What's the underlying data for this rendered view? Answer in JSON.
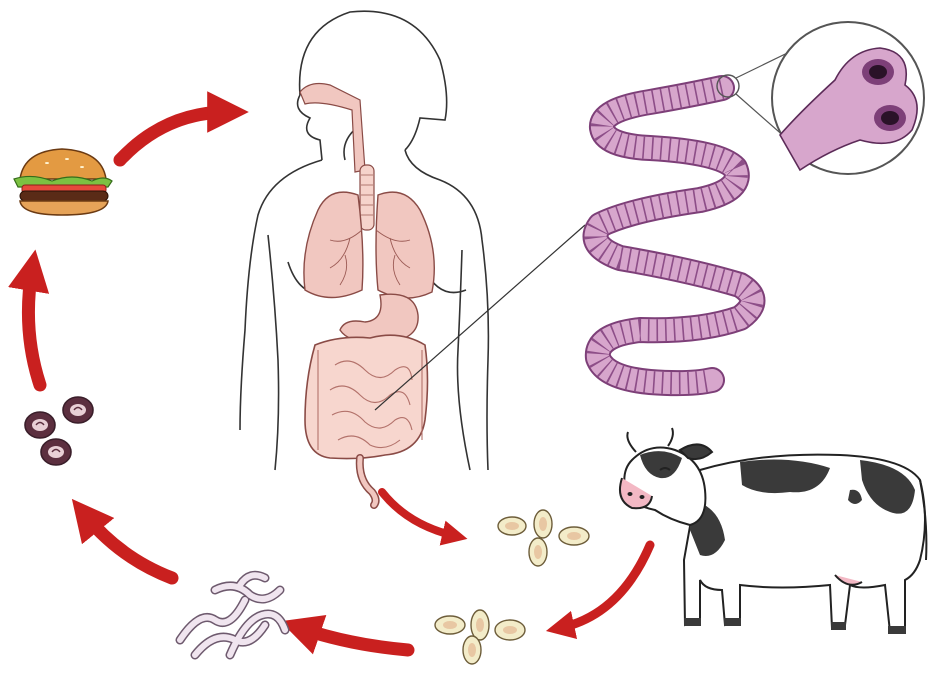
{
  "figure": {
    "stages": [
      {
        "id": "food",
        "icon": "hamburger-icon"
      },
      {
        "id": "human-host",
        "icon": "human-torso-icon"
      },
      {
        "id": "adult-worm",
        "icon": "tapeworm-icon"
      },
      {
        "id": "worm-scolex",
        "icon": "scolex-magnified-icon"
      },
      {
        "id": "eggs-in-feces",
        "icon": "eggs-icon"
      },
      {
        "id": "cattle-host",
        "icon": "cow-icon"
      },
      {
        "id": "ingested-eggs",
        "icon": "eggs-icon"
      },
      {
        "id": "larvae",
        "icon": "larvae-icon"
      },
      {
        "id": "cysts-in-muscle",
        "icon": "cysticerci-icon"
      }
    ],
    "colors": {
      "arrow": "#c9201f",
      "worm": "#d7a6cc",
      "worm_outline": "#7d3f78",
      "organ": "#f1c7c0",
      "egg": "#f3ecc9",
      "cow_patch": "#3a3a3a",
      "outline": "#222222"
    }
  }
}
